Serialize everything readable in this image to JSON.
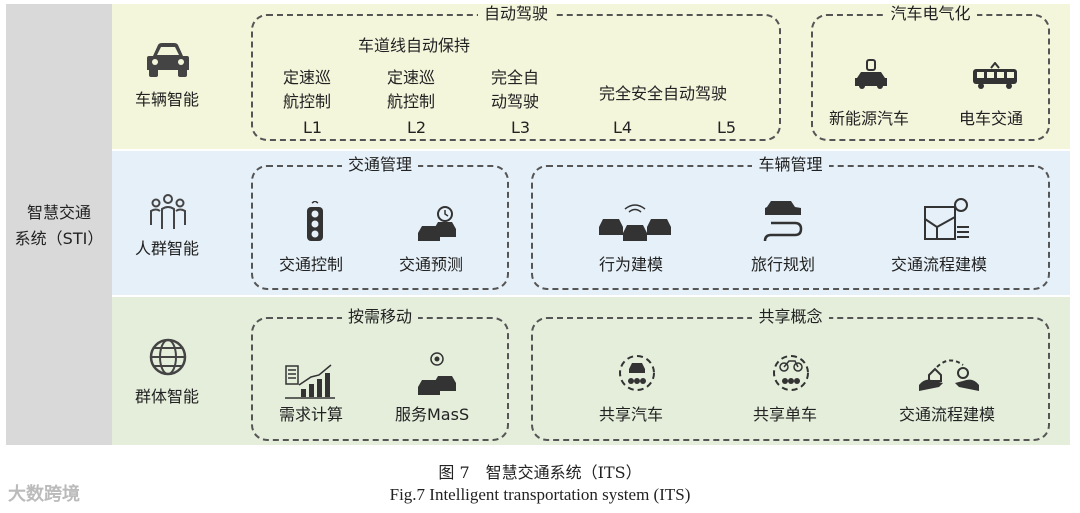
{
  "system": {
    "line1": "智慧交通",
    "line2": "系统（STI）"
  },
  "rows": [
    {
      "label": "车辆智能",
      "icon": "car-icon"
    },
    {
      "label": "人群智能",
      "icon": "people-icon"
    },
    {
      "label": "群体智能",
      "icon": "globe-icon"
    }
  ],
  "autodrive": {
    "title": "自动驾驶",
    "lane_keep": "车道线自动保持",
    "l1_text": [
      "定速巡",
      "航控制"
    ],
    "l2_text": [
      "定速巡",
      "航控制"
    ],
    "l3_text": [
      "完全自",
      "动驾驶"
    ],
    "l45_text": "完全安全自动驾驶",
    "levels": [
      "L1",
      "L2",
      "L3",
      "L4",
      "L5"
    ]
  },
  "electric": {
    "title": "汽车电气化",
    "items": [
      "新能源汽车",
      "电车交通"
    ]
  },
  "traffic_mgmt": {
    "title": "交通管理",
    "items": [
      "交通控制",
      "交通预测"
    ]
  },
  "vehicle_mgmt": {
    "title": "车辆管理",
    "items": [
      "行为建模",
      "旅行规划",
      "交通流程建模"
    ]
  },
  "on_demand": {
    "title": "按需移动",
    "items": [
      "需求计算",
      "服务MasS"
    ]
  },
  "sharing": {
    "title": "共享概念",
    "items": [
      "共享汽车",
      "共享单车",
      "交通流程建模"
    ]
  },
  "caption": {
    "cn": "图 7　智慧交通系统（ITS）",
    "en": "Fig.7 Intelligent transportation system (ITS)"
  },
  "watermark": "大数跨境"
}
